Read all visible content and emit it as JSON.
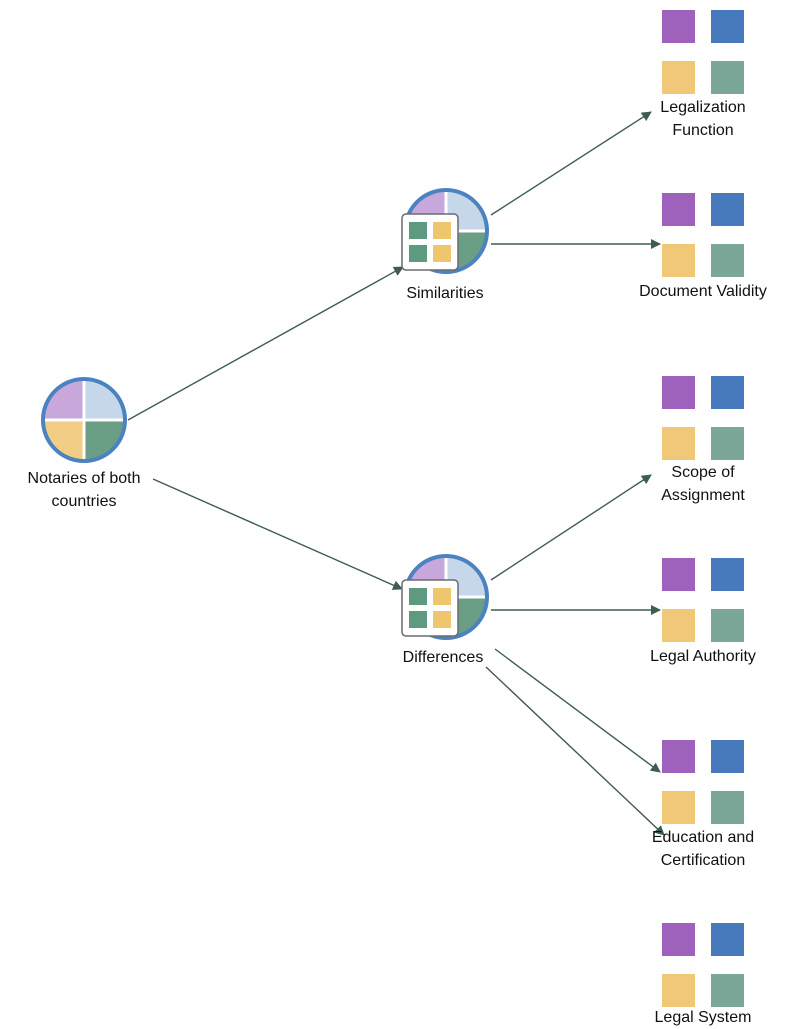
{
  "colors": {
    "purple": "#9e62bd",
    "blue": "#4779bd",
    "yellow": "#f1c877",
    "green": "#7aa797",
    "circle_purple": "#c8a8dc",
    "circle_blue": "#c6d7ea",
    "circle_yellow": "#f1cd86",
    "circle_green": "#6a9f86",
    "ring": "#4b82c0",
    "arrow": "#3e5b55",
    "inner_green": "#5d9a80",
    "inner_yellow": "#efc56e"
  },
  "nodes": {
    "root": {
      "label_line1": "Notaries of both",
      "label_line2": "countries",
      "icon": "case-node-icon"
    },
    "similarities": {
      "label": "Similarities",
      "icon": "case-classification-icon"
    },
    "differences": {
      "label": "Differences",
      "icon": "case-classification-icon"
    },
    "legalization_function": {
      "label_line1": "Legalization",
      "label_line2": "Function",
      "icon": "attribute-value-icon"
    },
    "document_validity": {
      "label": "Document Validity",
      "icon": "attribute-value-icon"
    },
    "scope_of_assignment": {
      "label_line1": "Scope of",
      "label_line2": "Assignment",
      "icon": "attribute-value-icon"
    },
    "legal_authority": {
      "label": "Legal Authority",
      "icon": "attribute-value-icon"
    },
    "education_and_certification": {
      "label_line1": "Education and",
      "label_line2": "Certification",
      "icon": "attribute-value-icon"
    },
    "legal_system": {
      "label": "Legal System",
      "icon": "attribute-value-icon"
    }
  }
}
